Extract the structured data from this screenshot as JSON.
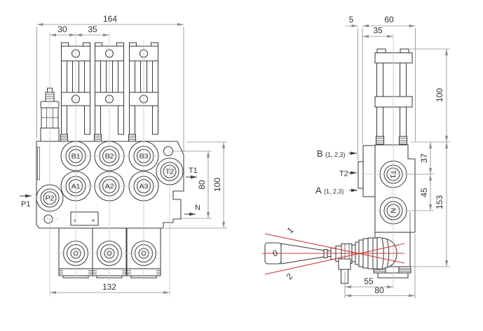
{
  "front_view": {
    "dimensions": {
      "overall_width": "164",
      "first_pitch": "30",
      "section_pitch": "35",
      "port_span": "80",
      "body_height": "100",
      "mount_span": "132"
    },
    "ports": {
      "b1": "B1",
      "b2": "B2",
      "b3": "B3",
      "a1": "A1",
      "a2": "A2",
      "a3": "A3",
      "t2": "T2",
      "p2": "P2"
    },
    "leaders": {
      "p1": "P1",
      "t1": "T1",
      "n": "N"
    }
  },
  "side_view": {
    "dimensions": {
      "t2_boss_depth": "5",
      "body_depth": "60",
      "stud_pitch": "35",
      "tower_height": "100",
      "t1_from_top": "37",
      "t1_to_n": "45",
      "overall_height": "153",
      "lever_to_axis": "55",
      "lever_to_back": "80"
    },
    "ports": {
      "t1": "T1",
      "n": "N"
    },
    "leaders": {
      "b": "B",
      "b_index": "(1, 2,3)",
      "t2": "T2",
      "a": "A",
      "a_index": "(1, 2,3)"
    },
    "lever_positions": {
      "up": "1",
      "neutral": "0",
      "down": "2"
    }
  },
  "colors": {
    "line": "#3d3d3d",
    "dim_line": "#8f8f8f",
    "centerline": "#c5c5c5",
    "text": "#333333",
    "lever_red": "#cc3a3a",
    "background": "#ffffff"
  }
}
